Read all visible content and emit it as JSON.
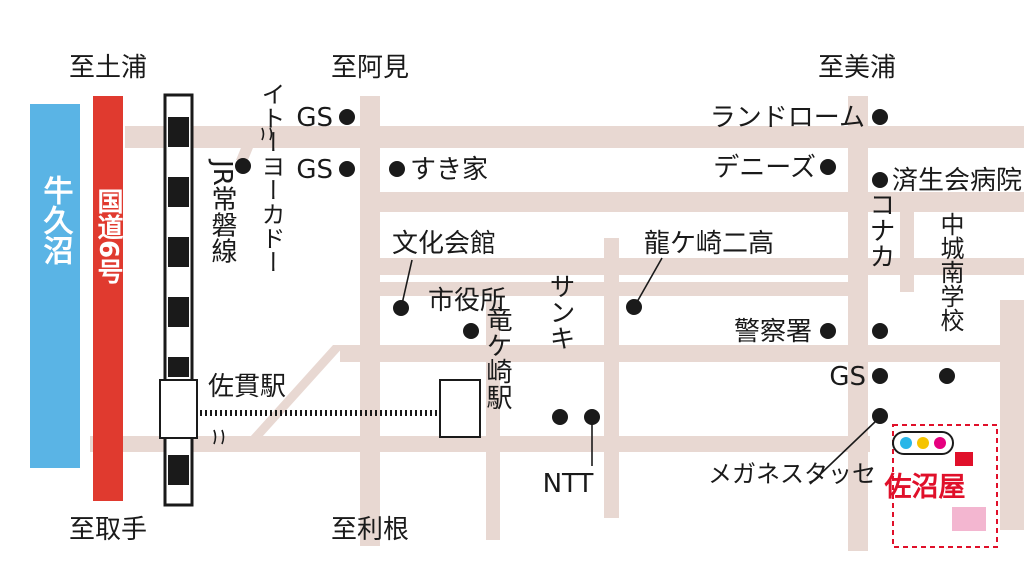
{
  "colors": {
    "road": "#e8d8d2",
    "river": "#5ab4e5",
    "route6": "#e03a2f",
    "store_red": "#e0102a",
    "store_pink": "#f3b6d0",
    "rail_black": "#1a1a1a",
    "text": "#1a1a1a",
    "logo_dots": [
      "#29b6e8",
      "#f5c400",
      "#e6007e"
    ]
  },
  "directions": {
    "to_tsuchiura": "至土浦",
    "to_ami": "至阿見",
    "to_miho": "至美浦",
    "to_toride": "至取手",
    "to_tone": "至利根"
  },
  "river_label": "牛久沼",
  "route_label": "国道6号",
  "rail": {
    "line_label": "JR常磐線",
    "saga_station": "佐貫駅",
    "ryugasaki_station": "竜ケ崎駅"
  },
  "landmarks": {
    "gs_1": "GS",
    "gs_2": "GS",
    "gs_3": "GS",
    "itoyokado": "イトーヨーカドー",
    "sukiya": "すき家",
    "bunka_kaikan": "文化会館",
    "shiyakusho": "市役所",
    "ryugasaki_niko": "龍ケ崎二高",
    "sanki": "サンキ",
    "ntt": "NTT",
    "land_rome": "ランドローム",
    "dennys": "デニーズ",
    "saiseikai": "済生会病院",
    "kohnan": "コナカ",
    "keisatsusho": "警察署",
    "chujo_nan": "中城南学校",
    "megane": "メガネスタッセ"
  },
  "store": {
    "name": "佐沼屋"
  }
}
